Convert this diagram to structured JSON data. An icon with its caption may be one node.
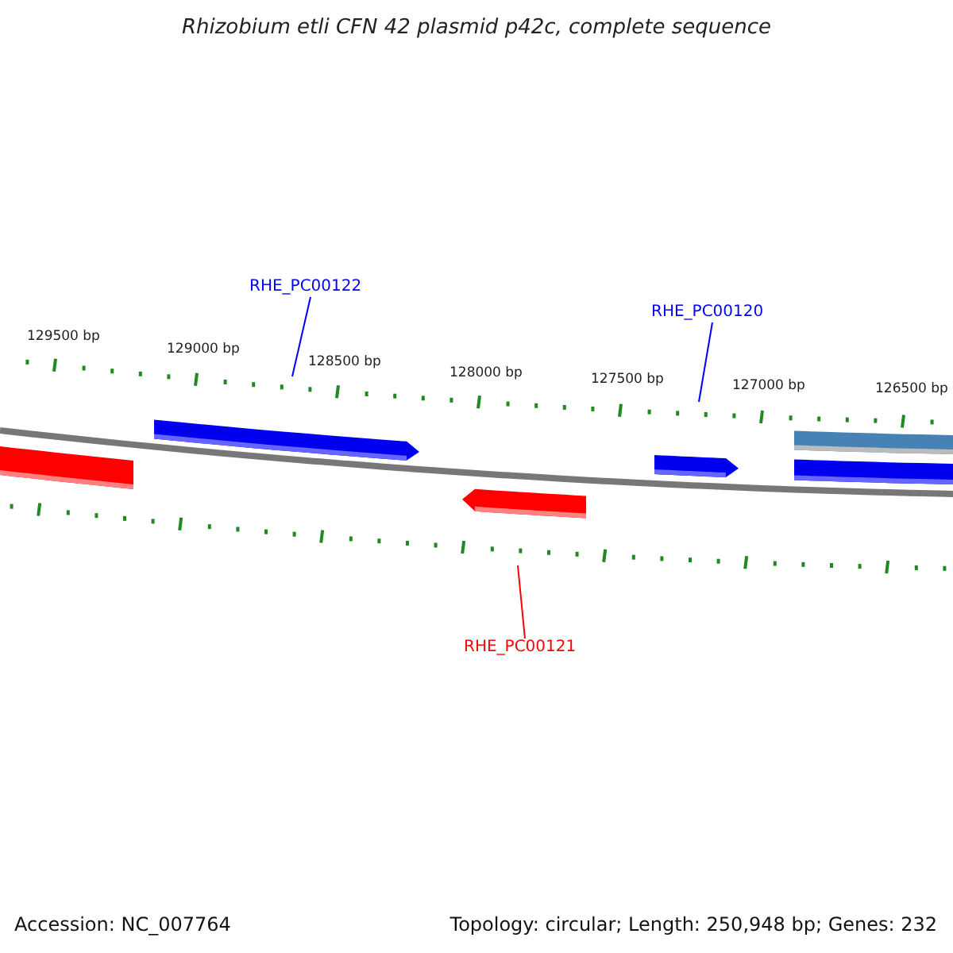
{
  "diagram": {
    "title": "Rhizobium etli CFN 42 plasmid p42c, complete sequence",
    "nodes": [
      {
        "text": [
          "RHE_PC00122"
        ]
      },
      {
        "text": [
          "RHE_PC00120"
        ]
      },
      {
        "text": [
          "RHE_PC00121"
        ]
      }
    ],
    "edges": [
      {
        "from": 0,
        "to": null,
        "arrow": "none"
      },
      {
        "from": 1,
        "to": null,
        "arrow": "none"
      },
      {
        "from": 2,
        "to": null,
        "arrow": "none",
        "color": "#ff0000"
      }
    ],
    "labels": [
      "129500 bp",
      "129000 bp",
      "128500 bp",
      "128000 bp",
      "127500 bp",
      "127000 bp",
      "126500 bp",
      "Accession: NC_007764",
      "Topology: circular; Length: 250,948 bp; Genes: 232"
    ]
  }
}
